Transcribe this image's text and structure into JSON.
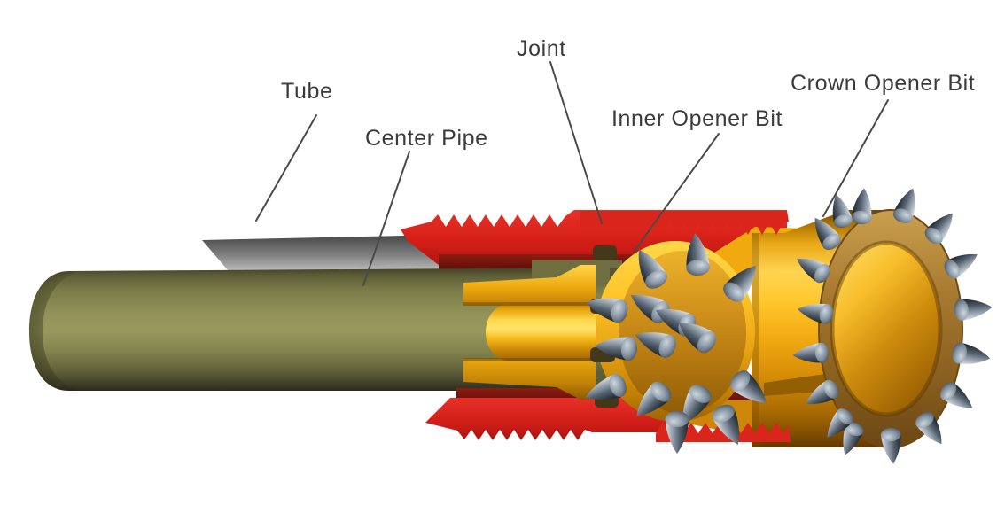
{
  "diagram": {
    "background_color": "#ffffff",
    "labels": {
      "tube": "Tube",
      "center_pipe": "Center Pipe",
      "joint": "Joint",
      "inner_opener_bit": "Inner Opener Bit",
      "crown_opener_bit": "Crown Opener Bit"
    },
    "label_text_color": "#3b3b3b",
    "leader_line_color": "#4a4a4a",
    "part_colors": {
      "tube_gray": "#828282",
      "center_pipe_olive": "#92925a",
      "joint_red": "#d82119",
      "joint_shadow_maroon": "#77150f",
      "bit_yellow": "#f5ad14",
      "bit_highlight_yellow": "#ffd94e",
      "crown_rim_brown": "#a87a30",
      "carbide_button_gray": "#55616e"
    }
  }
}
